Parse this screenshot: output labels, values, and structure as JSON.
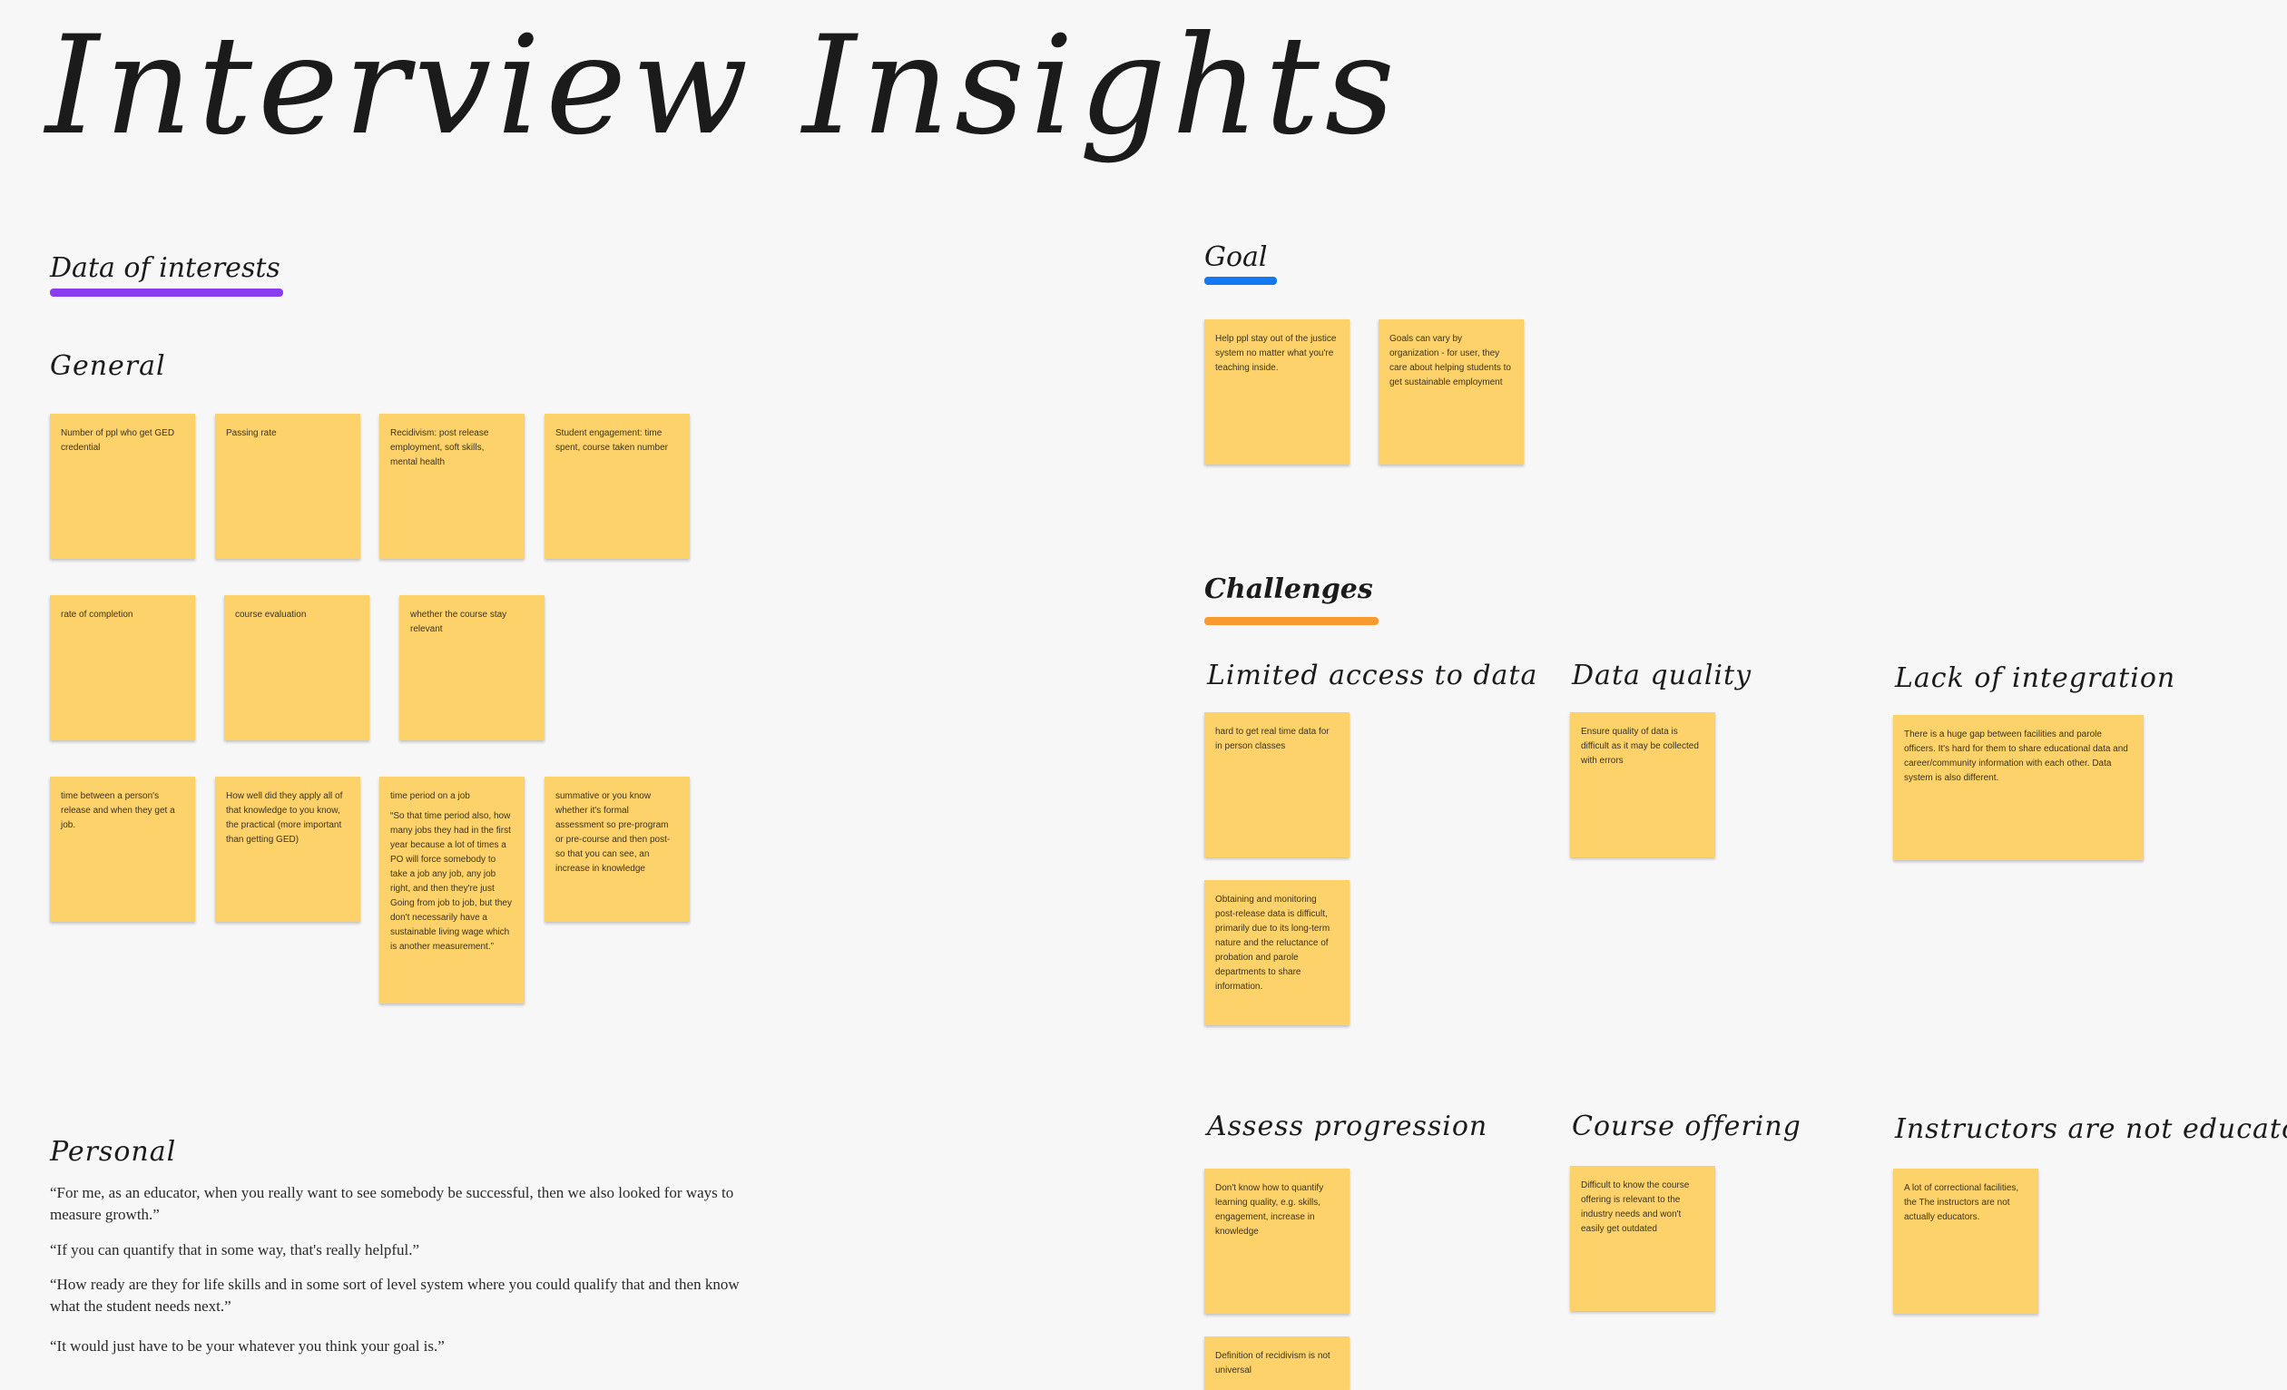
{
  "title": "Interview Insights",
  "sections": {
    "data_of_interests": {
      "heading": "Data of interests",
      "underline_color": "#8b3cf0",
      "general": {
        "heading": "General",
        "notes": [
          "Number of ppl who get GED credential",
          "Passing rate",
          "Recidivism: post release employment, soft skills, mental health",
          "Student engagement: time spent, course taken number",
          "rate of completion",
          "course evaluation",
          "whether the course stay relevant",
          "time between a person's release and when they get a job.",
          "How well did they apply all of that knowledge to you know, the practical (more important than getting GED)",
          "time period on a job",
          "summative or you know whether it's formal assessment so pre-program or pre-course and then post- so that you can see, an increase in knowledge"
        ],
        "note_quote": "“So that time period also, how many jobs they had in the first year because a lot of times a PO will force somebody to take a job any job, any job right, and then they're just Going from job to job, but they don't necessarily have a sustainable living wage which is another measurement.”"
      },
      "personal": {
        "heading": "Personal",
        "quotes": [
          "“For me, as an educator, when you really want to see somebody be successful, then we also looked for ways to measure growth.”",
          "“If you can quantify that in some way, that's really helpful.”",
          "“How ready are they for life skills and in some sort of level system where you could qualify that and then know what the student needs next.”",
          "“It would just have to be your whatever you think your goal is.”"
        ]
      }
    },
    "goal": {
      "heading": "Goal",
      "underline_color": "#1478f0",
      "notes": [
        "Help ppl stay out of the justice system no matter what you're teaching inside.",
        "Goals can vary by organization - for user, they care about helping students to get sustainable employment"
      ]
    },
    "challenges": {
      "heading": "Challenges",
      "underline_color": "#f89a2e",
      "groups": {
        "limited_access": {
          "heading": "Limited access to data",
          "notes": [
            "hard to get real time data for in person classes",
            "Obtaining and monitoring post-release data is difficult, primarily due to its long-term nature and the reluctance of probation and parole departments to share information."
          ]
        },
        "data_quality": {
          "heading": "Data quality",
          "notes": [
            "Ensure quality of data is difficult as it may be collected with errors"
          ]
        },
        "lack_integration": {
          "heading": "Lack of integration",
          "notes": [
            "There is a huge gap between facilities and parole officers. It's hard for them to share educational data and career/community information with each other. Data system is also different."
          ]
        },
        "assess_progression": {
          "heading": "Assess progression",
          "notes": [
            "Don't know how to quantify learning quality, e.g. skills, engagement, increase in knowledge",
            "Definition of recidivism is not universal"
          ]
        },
        "course_offering": {
          "heading": "Course offering",
          "notes": [
            "Difficult to know the course offering is relevant to the industry needs and won't easily get outdated"
          ]
        },
        "instructors": {
          "heading": "Instructors are not educators",
          "notes": [
            "A lot of correctional facilities, the The instructors are not actually educators."
          ]
        }
      }
    }
  },
  "colors": {
    "sticky": "#fdd26a",
    "background": "#f7f7f7"
  }
}
